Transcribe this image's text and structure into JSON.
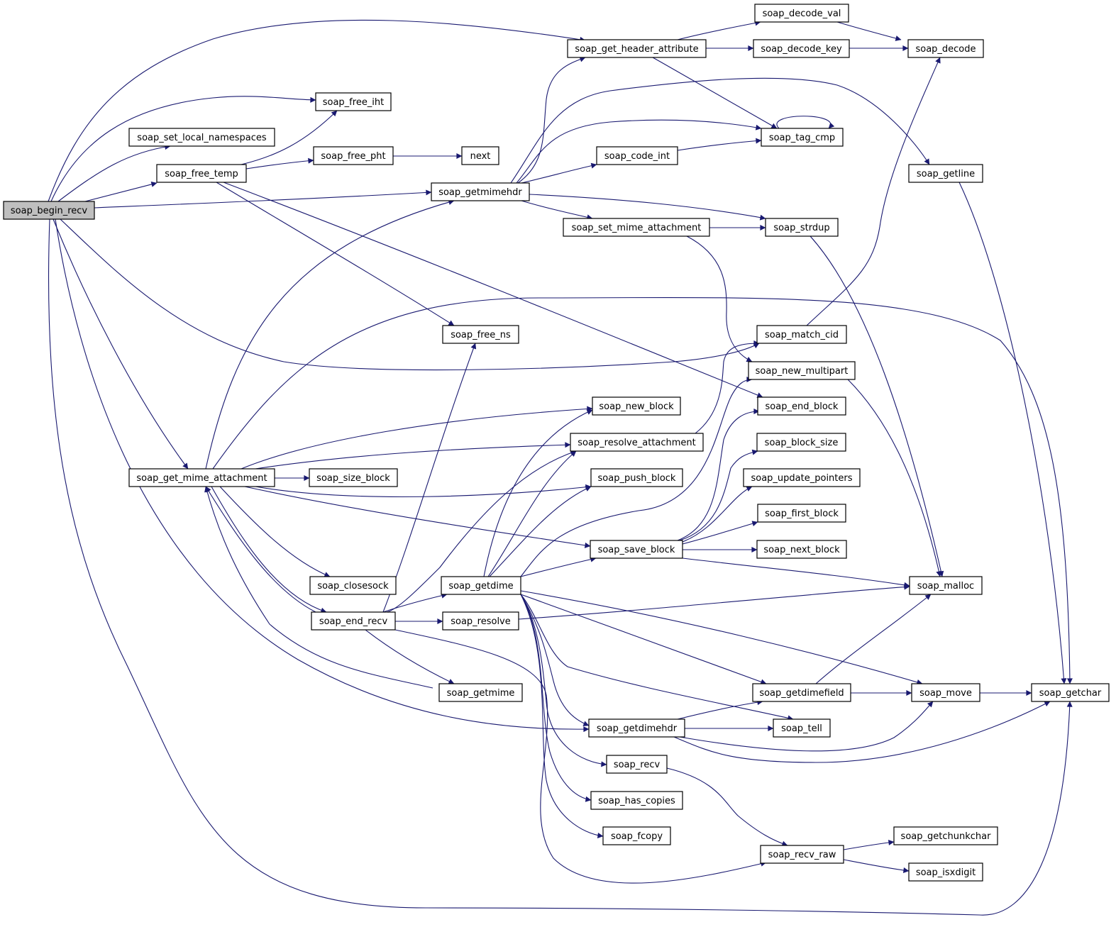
{
  "diagram": {
    "type": "call-graph",
    "colors": {
      "edge": "#191970",
      "arrowhead": "#191970",
      "node_border": "#000000",
      "root_fill": "#bfbfbf",
      "node_fill": "#ffffff"
    },
    "nodes": [
      {
        "id": "soap_begin_recv",
        "label": "soap_begin_recv",
        "root": true
      },
      {
        "id": "soap_get_header_attribute",
        "label": "soap_get_header_attribute"
      },
      {
        "id": "soap_decode_val",
        "label": "soap_decode_val"
      },
      {
        "id": "soap_decode_key",
        "label": "soap_decode_key"
      },
      {
        "id": "soap_decode",
        "label": "soap_decode"
      },
      {
        "id": "soap_free_iht",
        "label": "soap_free_iht"
      },
      {
        "id": "soap_set_local_namespaces",
        "label": "soap_set_local_namespaces"
      },
      {
        "id": "soap_tag_cmp",
        "label": "soap_tag_cmp"
      },
      {
        "id": "soap_free_pht",
        "label": "soap_free_pht"
      },
      {
        "id": "next",
        "label": "next"
      },
      {
        "id": "soap_code_int",
        "label": "soap_code_int"
      },
      {
        "id": "soap_free_temp",
        "label": "soap_free_temp"
      },
      {
        "id": "soap_getline",
        "label": "soap_getline"
      },
      {
        "id": "soap_getmimehdr",
        "label": "soap_getmimehdr"
      },
      {
        "id": "soap_set_mime_attachment",
        "label": "soap_set_mime_attachment"
      },
      {
        "id": "soap_strdup",
        "label": "soap_strdup"
      },
      {
        "id": "soap_free_ns",
        "label": "soap_free_ns"
      },
      {
        "id": "soap_match_cid",
        "label": "soap_match_cid"
      },
      {
        "id": "soap_new_multipart",
        "label": "soap_new_multipart"
      },
      {
        "id": "soap_new_block",
        "label": "soap_new_block"
      },
      {
        "id": "soap_end_block",
        "label": "soap_end_block"
      },
      {
        "id": "soap_resolve_attachment",
        "label": "soap_resolve_attachment"
      },
      {
        "id": "soap_block_size",
        "label": "soap_block_size"
      },
      {
        "id": "soap_get_mime_attachment",
        "label": "soap_get_mime_attachment"
      },
      {
        "id": "soap_size_block",
        "label": "soap_size_block"
      },
      {
        "id": "soap_push_block",
        "label": "soap_push_block"
      },
      {
        "id": "soap_update_pointers",
        "label": "soap_update_pointers"
      },
      {
        "id": "soap_first_block",
        "label": "soap_first_block"
      },
      {
        "id": "soap_save_block",
        "label": "soap_save_block"
      },
      {
        "id": "soap_next_block",
        "label": "soap_next_block"
      },
      {
        "id": "soap_closesock",
        "label": "soap_closesock"
      },
      {
        "id": "soap_getdime",
        "label": "soap_getdime"
      },
      {
        "id": "soap_malloc",
        "label": "soap_malloc"
      },
      {
        "id": "soap_end_recv",
        "label": "soap_end_recv"
      },
      {
        "id": "soap_resolve",
        "label": "soap_resolve"
      },
      {
        "id": "soap_getmime",
        "label": "soap_getmime"
      },
      {
        "id": "soap_getdimefield",
        "label": "soap_getdimefield"
      },
      {
        "id": "soap_move",
        "label": "soap_move"
      },
      {
        "id": "soap_getchar",
        "label": "soap_getchar"
      },
      {
        "id": "soap_getdimehdr",
        "label": "soap_getdimehdr"
      },
      {
        "id": "soap_tell",
        "label": "soap_tell"
      },
      {
        "id": "soap_recv",
        "label": "soap_recv"
      },
      {
        "id": "soap_has_copies",
        "label": "soap_has_copies"
      },
      {
        "id": "soap_fcopy",
        "label": "soap_fcopy"
      },
      {
        "id": "soap_getchunkchar",
        "label": "soap_getchunkchar"
      },
      {
        "id": "soap_recv_raw",
        "label": "soap_recv_raw"
      },
      {
        "id": "soap_isxdigit",
        "label": "soap_isxdigit"
      }
    ],
    "edges": [
      {
        "from": "soap_begin_recv",
        "to": "soap_get_header_attribute"
      },
      {
        "from": "soap_begin_recv",
        "to": "soap_free_iht"
      },
      {
        "from": "soap_begin_recv",
        "to": "soap_set_local_namespaces"
      },
      {
        "from": "soap_begin_recv",
        "to": "soap_free_temp"
      },
      {
        "from": "soap_begin_recv",
        "to": "soap_getmimehdr"
      },
      {
        "from": "soap_begin_recv",
        "to": "soap_match_cid"
      },
      {
        "from": "soap_begin_recv",
        "to": "soap_get_mime_attachment"
      },
      {
        "from": "soap_begin_recv",
        "to": "soap_getdimehdr"
      },
      {
        "from": "soap_begin_recv",
        "to": "soap_getchar"
      },
      {
        "from": "soap_get_header_attribute",
        "to": "soap_decode_val"
      },
      {
        "from": "soap_get_header_attribute",
        "to": "soap_decode_key"
      },
      {
        "from": "soap_get_header_attribute",
        "to": "soap_tag_cmp"
      },
      {
        "from": "soap_decode_val",
        "to": "soap_decode"
      },
      {
        "from": "soap_decode_key",
        "to": "soap_decode"
      },
      {
        "from": "soap_tag_cmp",
        "to": "soap_tag_cmp"
      },
      {
        "from": "soap_free_temp",
        "to": "soap_free_iht"
      },
      {
        "from": "soap_free_temp",
        "to": "soap_free_pht"
      },
      {
        "from": "soap_free_temp",
        "to": "soap_free_ns"
      },
      {
        "from": "soap_free_temp",
        "to": "soap_end_block"
      },
      {
        "from": "soap_free_pht",
        "to": "next"
      },
      {
        "from": "soap_getmimehdr",
        "to": "soap_get_header_attribute"
      },
      {
        "from": "soap_getmimehdr",
        "to": "soap_tag_cmp"
      },
      {
        "from": "soap_getmimehdr",
        "to": "soap_getline"
      },
      {
        "from": "soap_getmimehdr",
        "to": "soap_code_int"
      },
      {
        "from": "soap_getmimehdr",
        "to": "soap_strdup"
      },
      {
        "from": "soap_getmimehdr",
        "to": "soap_set_mime_attachment"
      },
      {
        "from": "soap_code_int",
        "to": "soap_tag_cmp"
      },
      {
        "from": "soap_set_mime_attachment",
        "to": "soap_strdup"
      },
      {
        "from": "soap_set_mime_attachment",
        "to": "soap_new_multipart"
      },
      {
        "from": "soap_strdup",
        "to": "soap_malloc"
      },
      {
        "from": "soap_getline",
        "to": "soap_getchar"
      },
      {
        "from": "soap_match_cid",
        "to": "soap_decode"
      },
      {
        "from": "soap_new_multipart",
        "to": "soap_malloc"
      },
      {
        "from": "soap_resolve_attachment",
        "to": "soap_match_cid"
      },
      {
        "from": "soap_get_mime_attachment",
        "to": "soap_getmimehdr"
      },
      {
        "from": "soap_get_mime_attachment",
        "to": "soap_getchar"
      },
      {
        "from": "soap_get_mime_attachment",
        "to": "soap_new_block"
      },
      {
        "from": "soap_get_mime_attachment",
        "to": "soap_resolve_attachment"
      },
      {
        "from": "soap_get_mime_attachment",
        "to": "soap_size_block"
      },
      {
        "from": "soap_get_mime_attachment",
        "to": "soap_push_block"
      },
      {
        "from": "soap_get_mime_attachment",
        "to": "soap_save_block"
      },
      {
        "from": "soap_get_mime_attachment",
        "to": "soap_closesock"
      },
      {
        "from": "soap_get_mime_attachment",
        "to": "soap_end_recv"
      },
      {
        "from": "soap_end_recv",
        "to": "soap_get_mime_attachment"
      },
      {
        "from": "soap_end_recv",
        "to": "soap_free_ns"
      },
      {
        "from": "soap_end_recv",
        "to": "soap_resolve_attachment"
      },
      {
        "from": "soap_end_recv",
        "to": "soap_getdime"
      },
      {
        "from": "soap_end_recv",
        "to": "soap_resolve"
      },
      {
        "from": "soap_end_recv",
        "to": "soap_getmime"
      },
      {
        "from": "soap_end_recv",
        "to": "soap_recv_raw"
      },
      {
        "from": "soap_getmime",
        "to": "soap_get_mime_attachment"
      },
      {
        "from": "soap_getdime",
        "to": "soap_new_block"
      },
      {
        "from": "soap_getdime",
        "to": "soap_resolve_attachment"
      },
      {
        "from": "soap_getdime",
        "to": "soap_push_block"
      },
      {
        "from": "soap_getdime",
        "to": "soap_save_block"
      },
      {
        "from": "soap_getdime",
        "to": "soap_new_multipart"
      },
      {
        "from": "soap_getdime",
        "to": "soap_getdimefield"
      },
      {
        "from": "soap_getdime",
        "to": "soap_move"
      },
      {
        "from": "soap_getdime",
        "to": "soap_tell"
      },
      {
        "from": "soap_getdime",
        "to": "soap_getdimehdr"
      },
      {
        "from": "soap_getdime",
        "to": "soap_recv"
      },
      {
        "from": "soap_getdime",
        "to": "soap_has_copies"
      },
      {
        "from": "soap_getdime",
        "to": "soap_fcopy"
      },
      {
        "from": "soap_save_block",
        "to": "soap_end_block"
      },
      {
        "from": "soap_save_block",
        "to": "soap_block_size"
      },
      {
        "from": "soap_save_block",
        "to": "soap_update_pointers"
      },
      {
        "from": "soap_save_block",
        "to": "soap_first_block"
      },
      {
        "from": "soap_save_block",
        "to": "soap_next_block"
      },
      {
        "from": "soap_save_block",
        "to": "soap_malloc"
      },
      {
        "from": "soap_resolve",
        "to": "soap_malloc"
      },
      {
        "from": "soap_getdimefield",
        "to": "soap_malloc"
      },
      {
        "from": "soap_getdimefield",
        "to": "soap_move"
      },
      {
        "from": "soap_move",
        "to": "soap_getchar"
      },
      {
        "from": "soap_getdimehdr",
        "to": "soap_getdimefield"
      },
      {
        "from": "soap_getdimehdr",
        "to": "soap_tell"
      },
      {
        "from": "soap_getdimehdr",
        "to": "soap_move"
      },
      {
        "from": "soap_getdimehdr",
        "to": "soap_getchar"
      },
      {
        "from": "soap_recv",
        "to": "soap_recv_raw"
      },
      {
        "from": "soap_recv_raw",
        "to": "soap_getchunkchar"
      },
      {
        "from": "soap_recv_raw",
        "to": "soap_isxdigit"
      }
    ]
  }
}
